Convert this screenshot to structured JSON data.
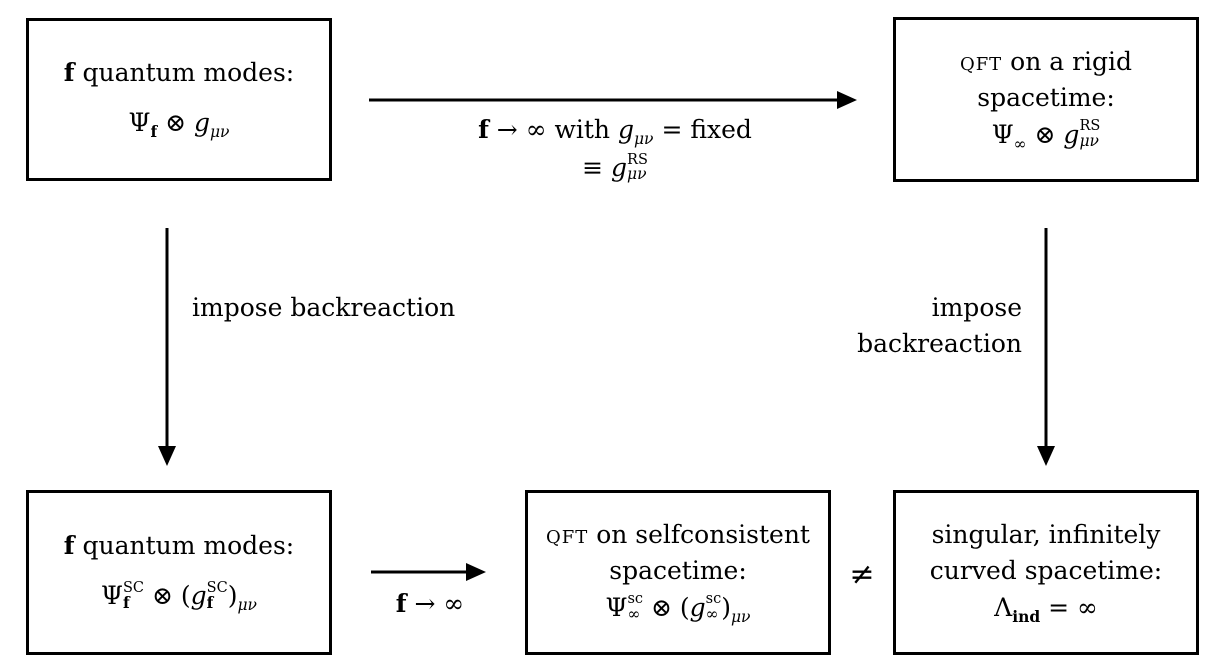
{
  "boxes": {
    "top_left": {
      "line1_bold": "f",
      "line1_rest": " quantum modes:",
      "math": "Ψ_f ⊗ g_μν"
    },
    "top_right": {
      "line1_sc": "qft",
      "line1_rest": " on a rigid",
      "line2": "spacetime:",
      "math": "Ψ_∞ ⊗ g^RS_μν"
    },
    "bottom_left": {
      "line1_bold": "f",
      "line1_rest": " quantum modes:",
      "math": "Ψ^SC_f ⊗ (g^SC_f)_μν"
    },
    "bottom_middle": {
      "line1_sc": "qft",
      "line1_rest": " on selfconsistent",
      "line2": "spacetime:",
      "math": "Ψ^sc_∞ ⊗ (g^sc_∞)_μν"
    },
    "bottom_right": {
      "line1": "singular, infinitely",
      "line2": "curved spacetime:",
      "math": "Λ_ind = ∞"
    }
  },
  "edges": {
    "top": {
      "line1": "f → ∞ with",
      "line2": "g_μν = fixed ≡ g^RS_μν"
    },
    "left": {
      "line1": "impose",
      "line2": "backreaction"
    },
    "right": {
      "line1": "impose",
      "line2": "backreaction"
    },
    "bottom": {
      "label": "f → ∞"
    },
    "neq": "≠"
  },
  "text": {
    "f": "f",
    "Psi": "Ψ",
    "otimes": "⊗",
    "g": "g",
    "mu_nu": "μν",
    "infinity": "∞",
    "arrow": "→",
    "with": "with",
    "equals": "=",
    "fixed": "fixed",
    "equiv": "≡",
    "RS": "RS",
    "SC": "SC",
    "sc": "sc",
    "Lambda": "Λ",
    "ind": "ind",
    "lparen": "(",
    "rparen": ")"
  }
}
